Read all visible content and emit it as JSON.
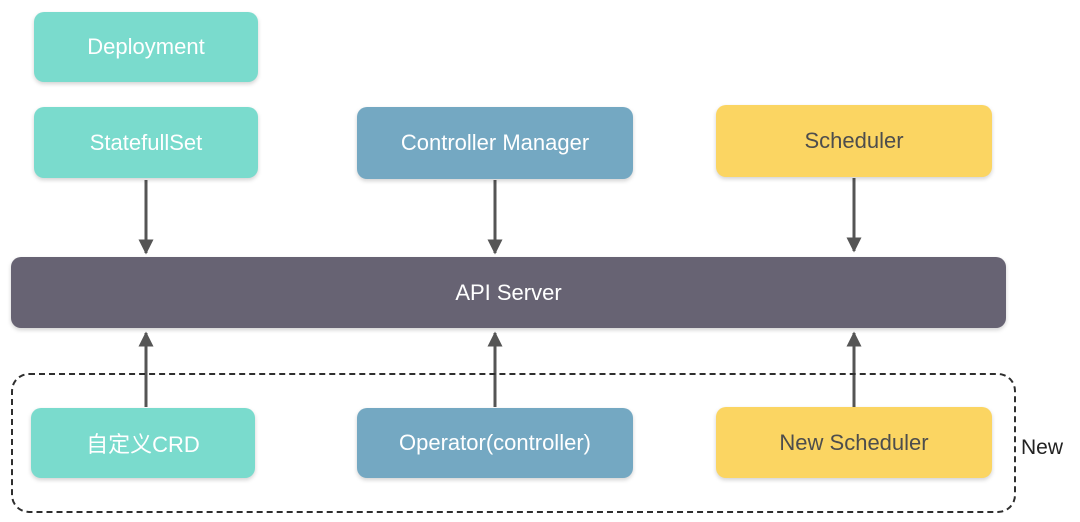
{
  "boxes": {
    "deployment": "Deployment",
    "statefulset": "StatefullSet",
    "controller_manager": "Controller Manager",
    "scheduler": "Scheduler",
    "api_server": "API Server",
    "custom_crd": "自定义CRD",
    "operator": "Operator(controller)",
    "new_scheduler": "New Scheduler"
  },
  "group_label": "New",
  "colors": {
    "teal": "#7adbcd",
    "blue": "#74a8c2",
    "yellow": "#fbd562",
    "api_server": "#676373",
    "arrow": "#555555"
  },
  "edges": [
    {
      "from": "StatefullSet",
      "to": "API Server"
    },
    {
      "from": "Controller Manager",
      "to": "API Server"
    },
    {
      "from": "Scheduler",
      "to": "API Server"
    },
    {
      "from": "自定义CRD",
      "to": "API Server"
    },
    {
      "from": "Operator(controller)",
      "to": "API Server"
    },
    {
      "from": "New Scheduler",
      "to": "API Server"
    }
  ]
}
